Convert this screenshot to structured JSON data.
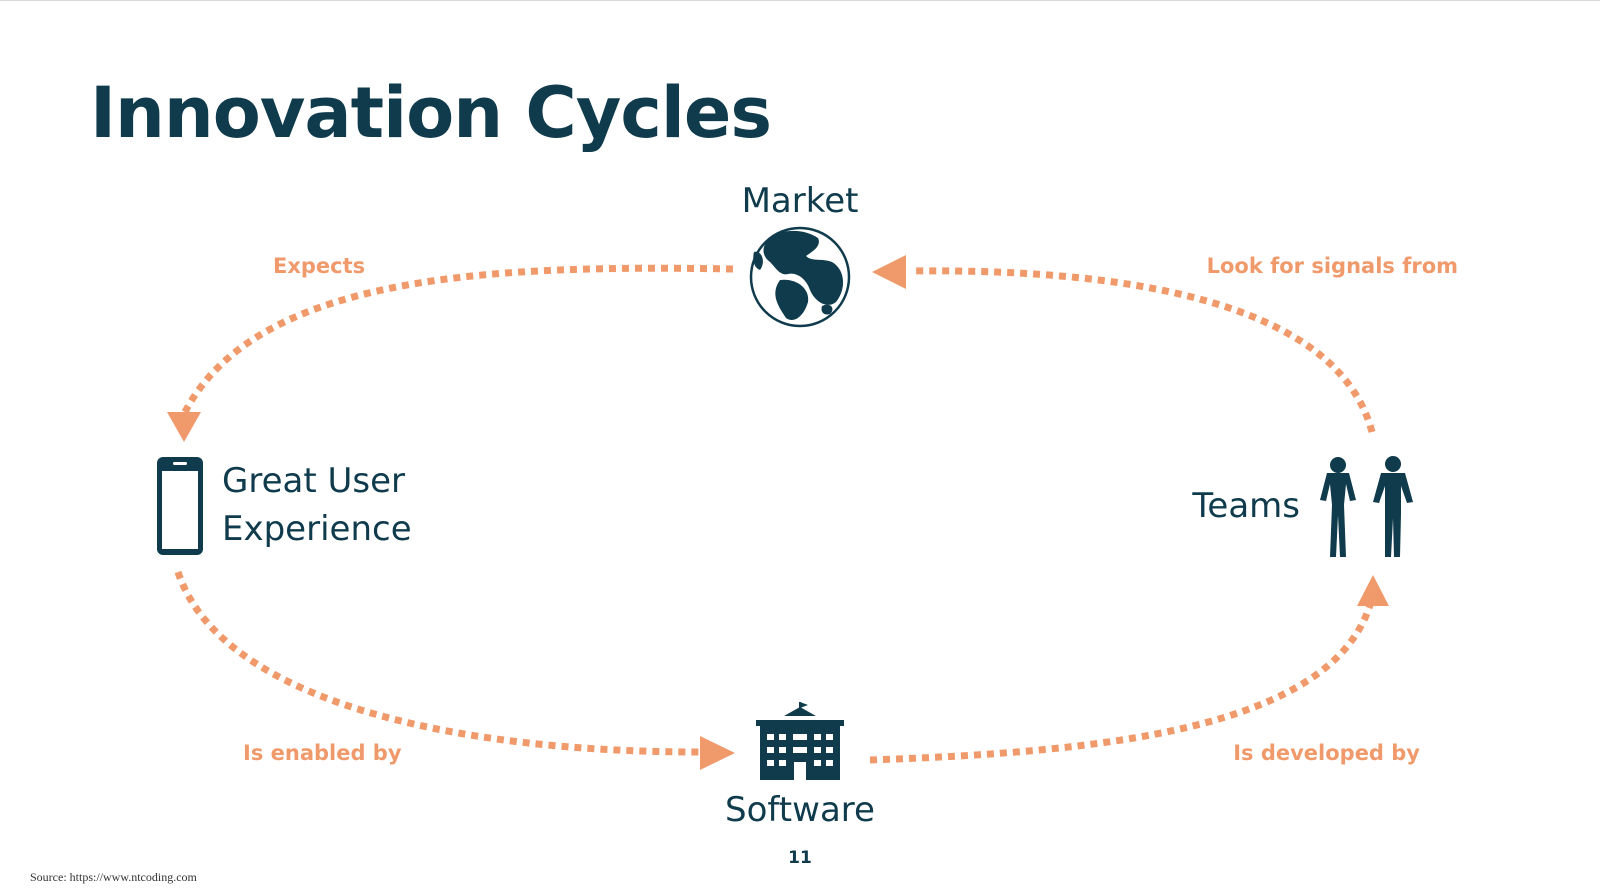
{
  "title": "Innovation Cycles",
  "nodes": {
    "market": "Market",
    "ux_line1": "Great User",
    "ux_line2": "Experience",
    "teams": "Teams",
    "software": "Software"
  },
  "edges": {
    "expects": "Expects",
    "look_for_signals": "Look for signals from",
    "is_enabled_by": "Is enabled by",
    "is_developed_by": "Is developed by"
  },
  "icons": {
    "market": "globe-icon",
    "ux": "smartphone-icon",
    "teams": "people-icon",
    "software": "building-icon"
  },
  "colors": {
    "title": "#0f3b4c",
    "arrow": "#f09a6b",
    "edge_label": "#f09a6b"
  },
  "slide_number": "11",
  "source": "Source: https://www.ntcoding.com"
}
